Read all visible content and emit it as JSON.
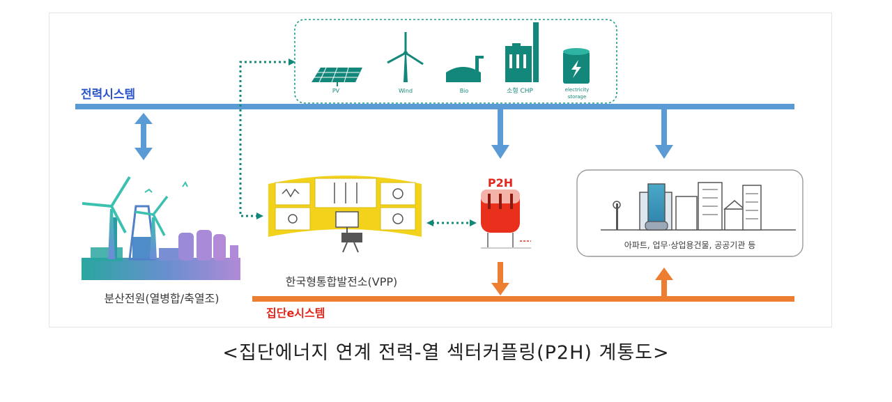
{
  "labels": {
    "power_system": "전력시스템",
    "heat_system": "집단e시스템",
    "distributed_power": "분산전원(열병합/축열조)",
    "vpp": "한국형통합발전소(VPP)",
    "p2h": "P2H",
    "buildings": "아파트, 업무·상업용건물, 공공기관 등"
  },
  "renewables": [
    {
      "label": "PV",
      "icon": "solar-panel-icon"
    },
    {
      "label": "Wind",
      "icon": "wind-turbine-icon"
    },
    {
      "label": "Bio",
      "icon": "bio-digester-icon"
    },
    {
      "label": "소형 CHP",
      "icon": "chp-plant-icon"
    },
    {
      "label": "electricity",
      "label2": "storage",
      "icon": "battery-storage-icon"
    }
  ],
  "caption": "<집단에너지 연계 전력-열 섹터커플링(P2H) 계통도>",
  "colors": {
    "power_line": "#5b9bd5",
    "heat_line": "#ed7d31",
    "teal": "#13887a",
    "vpp_yellow": "#f2d21b",
    "p2h_red": "#e8301c",
    "power_text": "#2c54c9",
    "heat_text": "#e3261c"
  }
}
